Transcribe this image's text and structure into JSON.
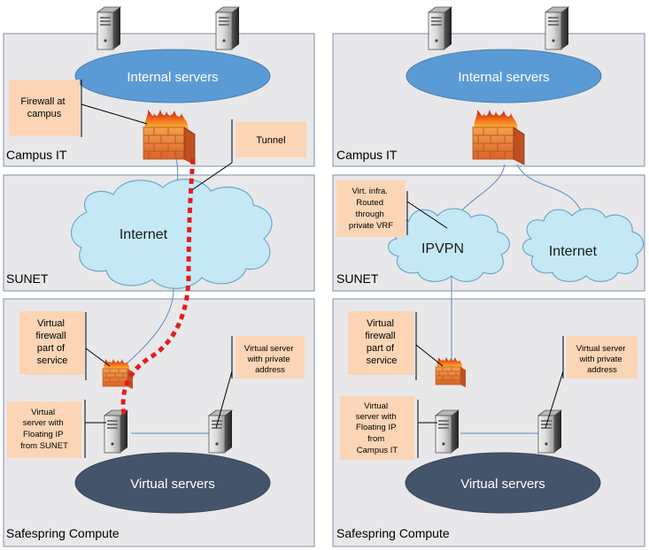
{
  "colors": {
    "zone_fill": "#e8e8ea",
    "zone_stroke": "#7f8fa6",
    "ellipse_blue": "#5b9bd5",
    "ellipse_dark": "#44546a",
    "cloud_fill": "#c5e8f5",
    "cloud_stroke": "#6fa8c8",
    "callout_fill": "#fbd5b5",
    "tunnel_red": "#e31c1c",
    "link_blue": "#5b8bbf"
  },
  "icons": {
    "server": "server-icon",
    "firewall": "firewall-icon",
    "cloud": "cloud-icon"
  },
  "left": {
    "internal_servers": "Internal servers",
    "campus_zone": "Campus IT",
    "sunet_zone": "SUNET",
    "compute_zone": "Safespring Compute",
    "internet": "Internet",
    "virtual_servers": "Virtual servers",
    "callouts": {
      "firewall_campus": [
        "Firewall at",
        "campus"
      ],
      "tunnel": [
        "Tunnel"
      ],
      "virtual_firewall": [
        "Virtual",
        "firewall",
        "part of",
        "service"
      ],
      "private_server": [
        "Virtual server",
        "with private",
        "address"
      ],
      "floating_ip": [
        "Virtual",
        "server with",
        "Floating IP",
        "from SUNET"
      ]
    }
  },
  "right": {
    "internal_servers": "Internal servers",
    "campus_zone": "Campus IT",
    "sunet_zone": "SUNET",
    "compute_zone": "Safespring Compute",
    "ipvpn": "IPVPN",
    "internet": "Internet",
    "virtual_servers": "Virtual servers",
    "callouts": {
      "virt_infra": [
        "Virt. infra.",
        "Routed",
        "through",
        "private VRF"
      ],
      "virtual_firewall": [
        "Virtual",
        "firewall",
        "part of",
        "service"
      ],
      "private_server": [
        "Virtual server",
        "with private",
        "address"
      ],
      "floating_ip": [
        "Virtual",
        "server with",
        "Floating IP",
        "from",
        "Campus IT"
      ]
    }
  }
}
